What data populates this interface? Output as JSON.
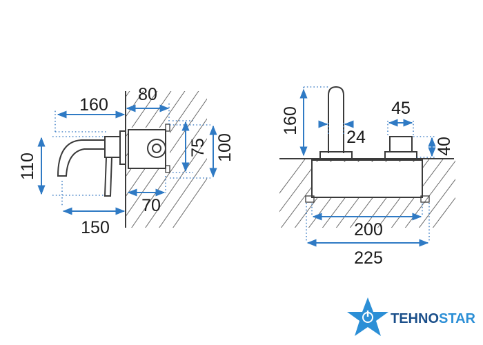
{
  "colors": {
    "dimension_line": "#2f7ac4",
    "extension_line": "#4a86c8",
    "outline": "#3a3a3a",
    "logo_blue": "#2c8fd6",
    "logo_dark": "#1b4f8a"
  },
  "side_view": {
    "dimensions": {
      "spout_projection": "160",
      "box_depth": "80",
      "height_110": "110",
      "height_75": "75",
      "height_100": "100",
      "depth_70": "70",
      "overall_150": "150"
    }
  },
  "front_view": {
    "dimensions": {
      "spout_height": "160",
      "spout_width": "24",
      "handle_width": "45",
      "handle_height": "40",
      "box_width": "200",
      "plate_width": "225"
    }
  },
  "logo": {
    "text_part1": "TEHNO",
    "text_part2": "STAR",
    "icon": "star-power-icon"
  }
}
